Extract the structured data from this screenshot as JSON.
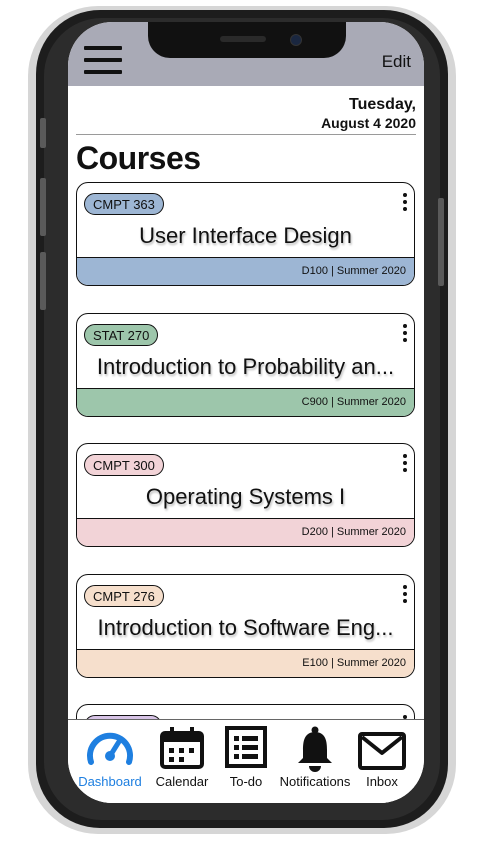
{
  "header": {
    "edit_label": "Edit",
    "menu_icon": "hamburger-menu-icon",
    "bar_color": "#a9aab6"
  },
  "date": {
    "day": "Tuesday,",
    "full": "August 4 2020"
  },
  "page_title": "Courses",
  "courses": [
    {
      "code": "CMPT 363",
      "title": "User Interface Design",
      "section": "D100",
      "term": "Summer 2020",
      "color": "#9db6d4",
      "footer": "D100  |  Summer 2020"
    },
    {
      "code": "STAT 270",
      "title": "Introduction to Probability an...",
      "section": "C900",
      "term": "Summer 2020",
      "color": "#9dc6ab",
      "footer": "C900  |  Summer 2020"
    },
    {
      "code": "CMPT 300",
      "title": "Operating Systems I",
      "section": "D200",
      "term": "Summer 2020",
      "color": "#f2d3d7",
      "footer": "D200  |  Summer 2020"
    },
    {
      "code": "CMPT 276",
      "title": "Introduction to Software Eng...",
      "section": "E100",
      "term": "Summer 2020",
      "color": "#f6dfcc",
      "footer": "E100  |  Summer 2020"
    },
    {
      "code": "",
      "title": "",
      "section": "",
      "term": "",
      "color": "#d7c3e6",
      "footer": ""
    }
  ],
  "bottom_nav": {
    "items": [
      {
        "label": "Dashboard",
        "icon": "speedometer-icon",
        "active": true
      },
      {
        "label": "Calendar",
        "icon": "calendar-icon",
        "active": false
      },
      {
        "label": "To-do",
        "icon": "checklist-icon",
        "active": false
      },
      {
        "label": "Notifications",
        "icon": "bell-icon",
        "active": false
      },
      {
        "label": "Inbox",
        "icon": "envelope-icon",
        "active": false
      }
    ],
    "active_color": "#1e7fe0"
  }
}
